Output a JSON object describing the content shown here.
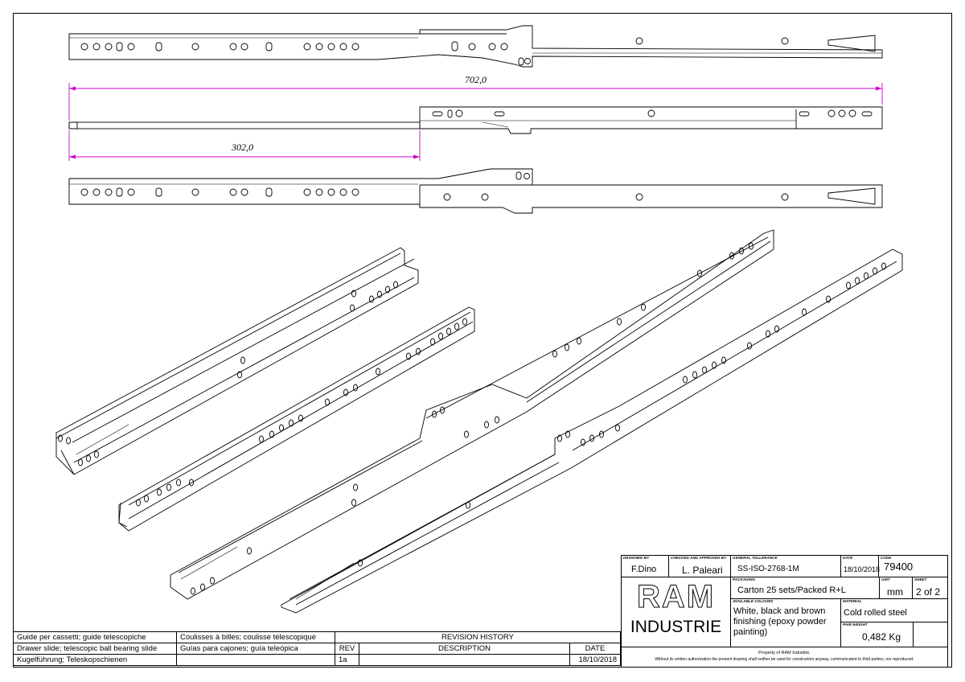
{
  "dimensions": {
    "overall_length": "702,0",
    "closed_offset": "302,0"
  },
  "info_table": [
    {
      "lang_a": "Guide per cassetti; guide telescopiche",
      "lang_b": "Coulisses à billes; coulisse télescopique"
    },
    {
      "lang_a": "Drawer slide; telescopic ball bearing slide",
      "lang_b": "Guías para cajones; guía teleópica"
    },
    {
      "lang_a": "Kugelführung; Teleskopschienen",
      "lang_b": ""
    }
  ],
  "revision_history": {
    "title": "REVISION HISTORY",
    "col_rev": "REV",
    "col_desc": "DESCRIPTION",
    "col_date": "DATE",
    "rows": [
      {
        "rev": "1a",
        "desc": "",
        "date": "18/10/2018"
      }
    ]
  },
  "title_block": {
    "designed_by_label": "DESIGNED BY",
    "designed_by": "F.Dino",
    "checked_label": "CHECKED AND APPROVED BY",
    "checked_by": "L. Paleari",
    "tolerance_label": "GENERAL TOLLERANCE",
    "tolerance": "SS-ISO-2768-1M",
    "date_label": "DATE",
    "date": "18/10/2018",
    "code_label": "CODE",
    "code": "79400",
    "packaging_label": "PACKAGING",
    "packaging": "Carton 25 sets/Packed R+L",
    "unit_label": "UNIT",
    "unit": "mm",
    "sheet_label": "SHEET",
    "sheet": "2 of 2",
    "logo_top": "RAM",
    "logo_bottom": "INDUSTRIE",
    "colours_label": "AVAILABLE COLOURS",
    "colours": "White, black and brown finishing (epoxy powder painting)",
    "material_label": "MATERIAL",
    "material": "Cold rolled steel",
    "weight_label": "PAIR WEIGHT",
    "weight": "0,482 Kg",
    "property_line1": "Property of RAM Industrie.",
    "property_line2": "Without its written authorization the present drawing shall neither be used for construction anyway, communicated to third parties, nor reproduced."
  }
}
